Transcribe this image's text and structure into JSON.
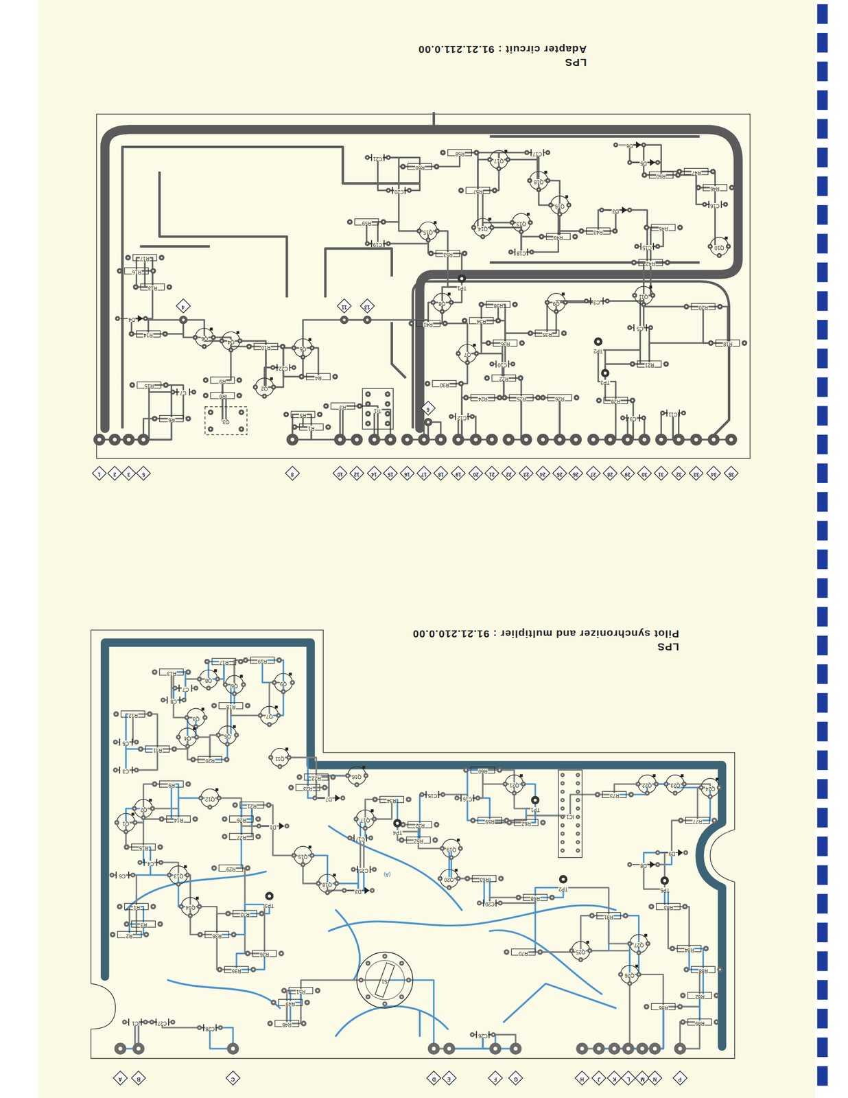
{
  "diagram": {
    "nodes": [
      {
        "text": [
          "LPS",
          "Adapter circuit : 91.21.211.0.00"
        ]
      },
      {
        "text": [
          "LPS",
          "Pilot synchronizer and multiplier : 91.21.210.0.00"
        ]
      }
    ],
    "labels": [
      "Q17",
      "Q18",
      "Q16",
      "Q14",
      "Q15",
      "Q13",
      "Q10",
      "Q11",
      "Q9",
      "Q8",
      "Q7",
      "Q5",
      "Q4",
      "Q6",
      "Q2",
      "Q3",
      "R60",
      "R58",
      "R57",
      "R59",
      "R53",
      "R49",
      "R50",
      "R47",
      "R46",
      "R45",
      "R42",
      "R43",
      "R38",
      "R41",
      "R34",
      "R35",
      "R36",
      "R20",
      "R18",
      "R21",
      "R10",
      "R9",
      "R8",
      "R5",
      "R4",
      "R1",
      "R13",
      "R16",
      "R17",
      "R14",
      "R15",
      "R6",
      "R3",
      "R22",
      "R24",
      "R25",
      "R26",
      "R28",
      "R30",
      "C21",
      "C20",
      "C19",
      "C18",
      "C17",
      "C16",
      "C15",
      "C5",
      "C3",
      "C10",
      "C11",
      "C9",
      "C12",
      "C7",
      "C22",
      "D6",
      "D5",
      "D4",
      "D3",
      "TP1",
      "TP2",
      "TP3",
      "Tr1",
      "1",
      "2",
      "3",
      "5",
      "8",
      "10",
      "12",
      "14",
      "15",
      "16",
      "17",
      "18",
      "19",
      "20",
      "21",
      "22",
      "23",
      "24",
      "25",
      "26",
      "27",
      "28",
      "29",
      "30",
      "31",
      "32",
      "33",
      "34",
      "35",
      "4",
      "11",
      "13",
      "6",
      "Q1",
      "Q2",
      "Q3",
      "Q4",
      "Q5",
      "Q6",
      "Q7",
      "Q8",
      "Q9",
      "Q11",
      "Q12",
      "Q13",
      "Q14",
      "Q15",
      "Q16",
      "Q17",
      "Q18",
      "Q19",
      "Q20",
      "Q21",
      "Q22",
      "Q23",
      "Q24",
      "Q25",
      "Q26",
      "Q27",
      "R13",
      "R17",
      "R19",
      "R18",
      "R20",
      "R12",
      "R11",
      "R9",
      "R14",
      "R15",
      "R1",
      "R2",
      "R3",
      "R22",
      "R23",
      "R21",
      "R26",
      "R27",
      "R29",
      "R33",
      "R36",
      "R38",
      "R39",
      "R48",
      "R49",
      "R51",
      "R32",
      "R34",
      "R52",
      "R59",
      "R60",
      "R62",
      "R63",
      "R68",
      "R70",
      "R73",
      "R77",
      "R81",
      "R83",
      "R84",
      "R88",
      "R82",
      "R86",
      "R89",
      "C1",
      "C27",
      "C28",
      "C26",
      "C4",
      "C5",
      "C3",
      "C6",
      "C7",
      "C8",
      "C15",
      "C16",
      "C17",
      "C20",
      "C25",
      "D1",
      "D3",
      "D7",
      "D8",
      "D9",
      "TP1",
      "TP2",
      "TP3",
      "TP4",
      "TP5",
      "IC1",
      "S1",
      "(A)",
      "A",
      "B",
      "C",
      "D",
      "E",
      "F",
      "G",
      "H",
      "J",
      "K",
      "L",
      "M",
      "N",
      "P"
    ]
  }
}
